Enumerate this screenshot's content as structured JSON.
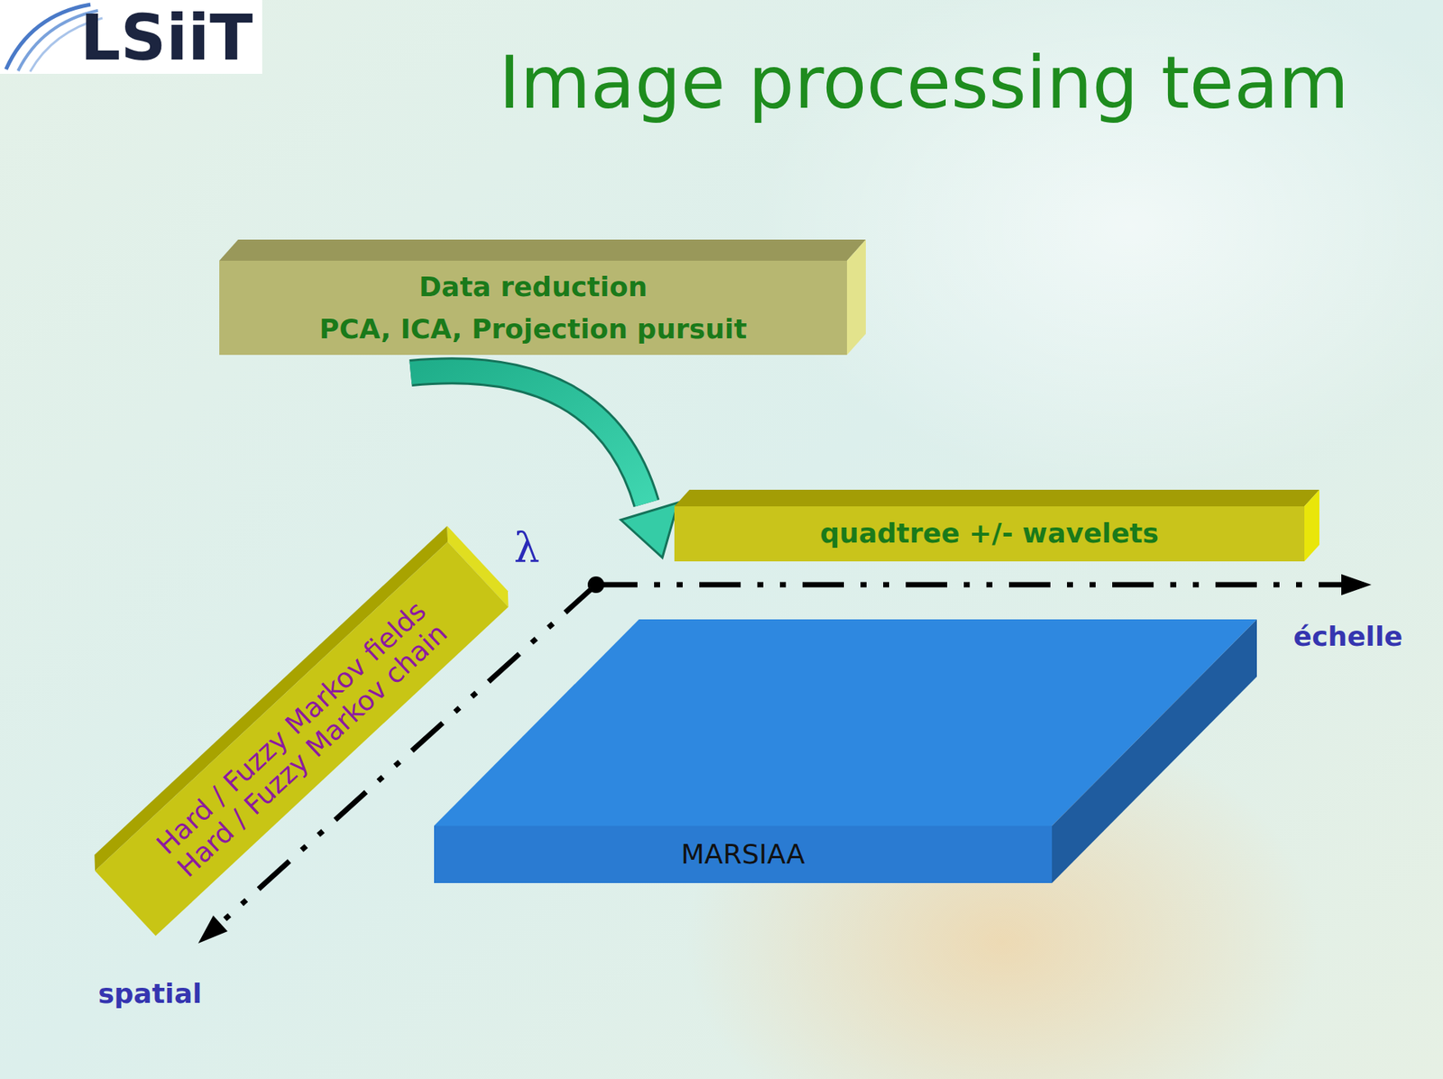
{
  "diagram": {
    "title": "Image processing team",
    "nodes": [
      {
        "text": [
          "Data reduction",
          "PCA, ICA, Projection pursuit"
        ]
      },
      {
        "text": [
          "quadtree +/- wavelets"
        ]
      },
      {
        "text": [
          "Hard / Fuzzy Markov fields",
          "Hard / Fuzzy Markov chain"
        ]
      },
      {
        "text": [
          "MARSIAA"
        ]
      }
    ],
    "labels": [
      "LSiiT",
      "λ",
      "échelle",
      "spatial"
    ]
  }
}
